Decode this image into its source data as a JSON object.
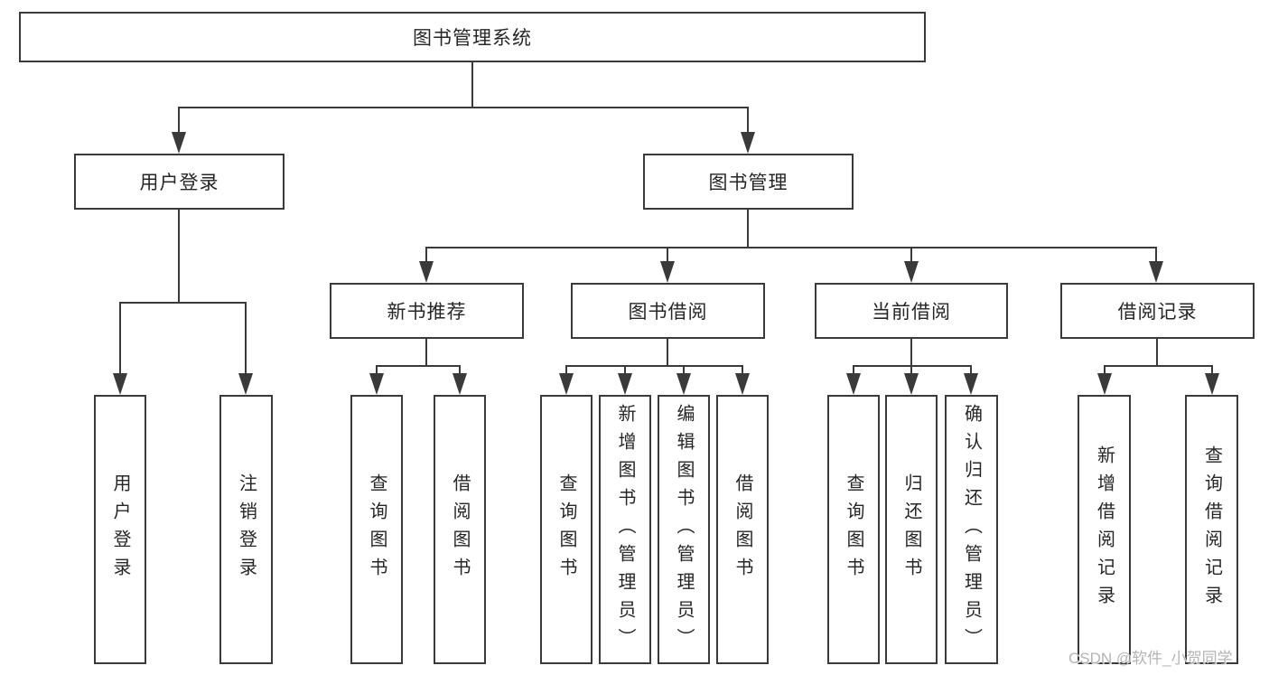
{
  "diagram": {
    "root": {
      "label": "图书管理系统"
    },
    "level2": [
      {
        "label": "用户登录"
      },
      {
        "label": "图书管理"
      }
    ],
    "level3": [
      {
        "label": "新书推荐"
      },
      {
        "label": "图书借阅"
      },
      {
        "label": "当前借阅"
      },
      {
        "label": "借阅记录"
      }
    ],
    "leaves": {
      "login": [
        "用户登录",
        "注销登录"
      ],
      "recommend": [
        "查询图书",
        "借阅图书"
      ],
      "borrow": [
        "查询图书",
        "新增图书（管理员）",
        "编辑图书（管理员）",
        "借阅图书"
      ],
      "current": [
        "查询图书",
        "归还图书",
        "确认归还（管理员）"
      ],
      "records": [
        "新增借阅记录",
        "查询借阅记录"
      ]
    }
  },
  "watermark": {
    "text": "CSDN @软件_小贺同学"
  },
  "colors": {
    "line": "#3a3a3a",
    "text": "#262626",
    "watermark": "#b4b4b4",
    "background": "#ffffff"
  }
}
